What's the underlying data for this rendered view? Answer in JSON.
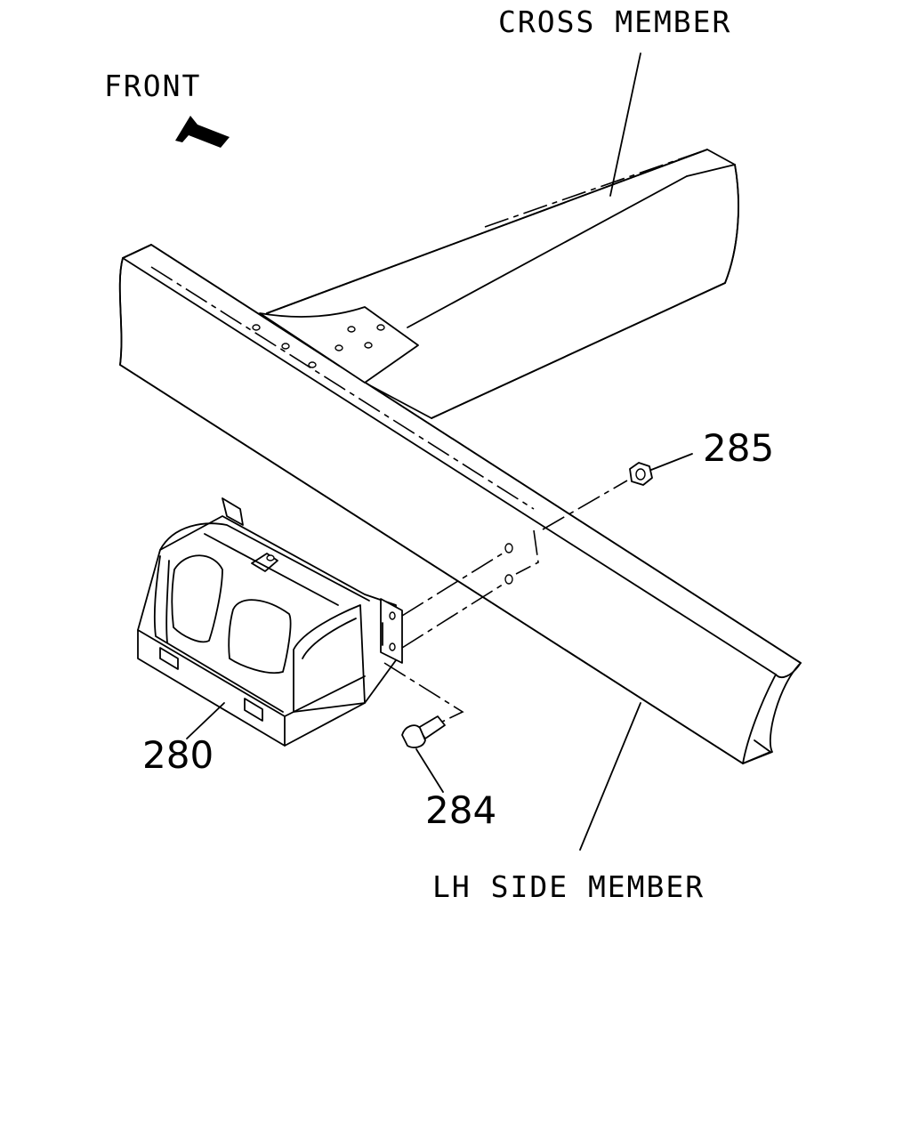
{
  "labels": {
    "cross_member": "CROSS MEMBER",
    "front": "FRONT",
    "lh_side_member": "LH SIDE MEMBER"
  },
  "callouts": {
    "part_280": "280",
    "part_284": "284",
    "part_285": "285"
  },
  "icons": {
    "front_arrow": "front-arrow-icon"
  },
  "colors": {
    "ink": "#000000",
    "background": "#ffffff"
  }
}
